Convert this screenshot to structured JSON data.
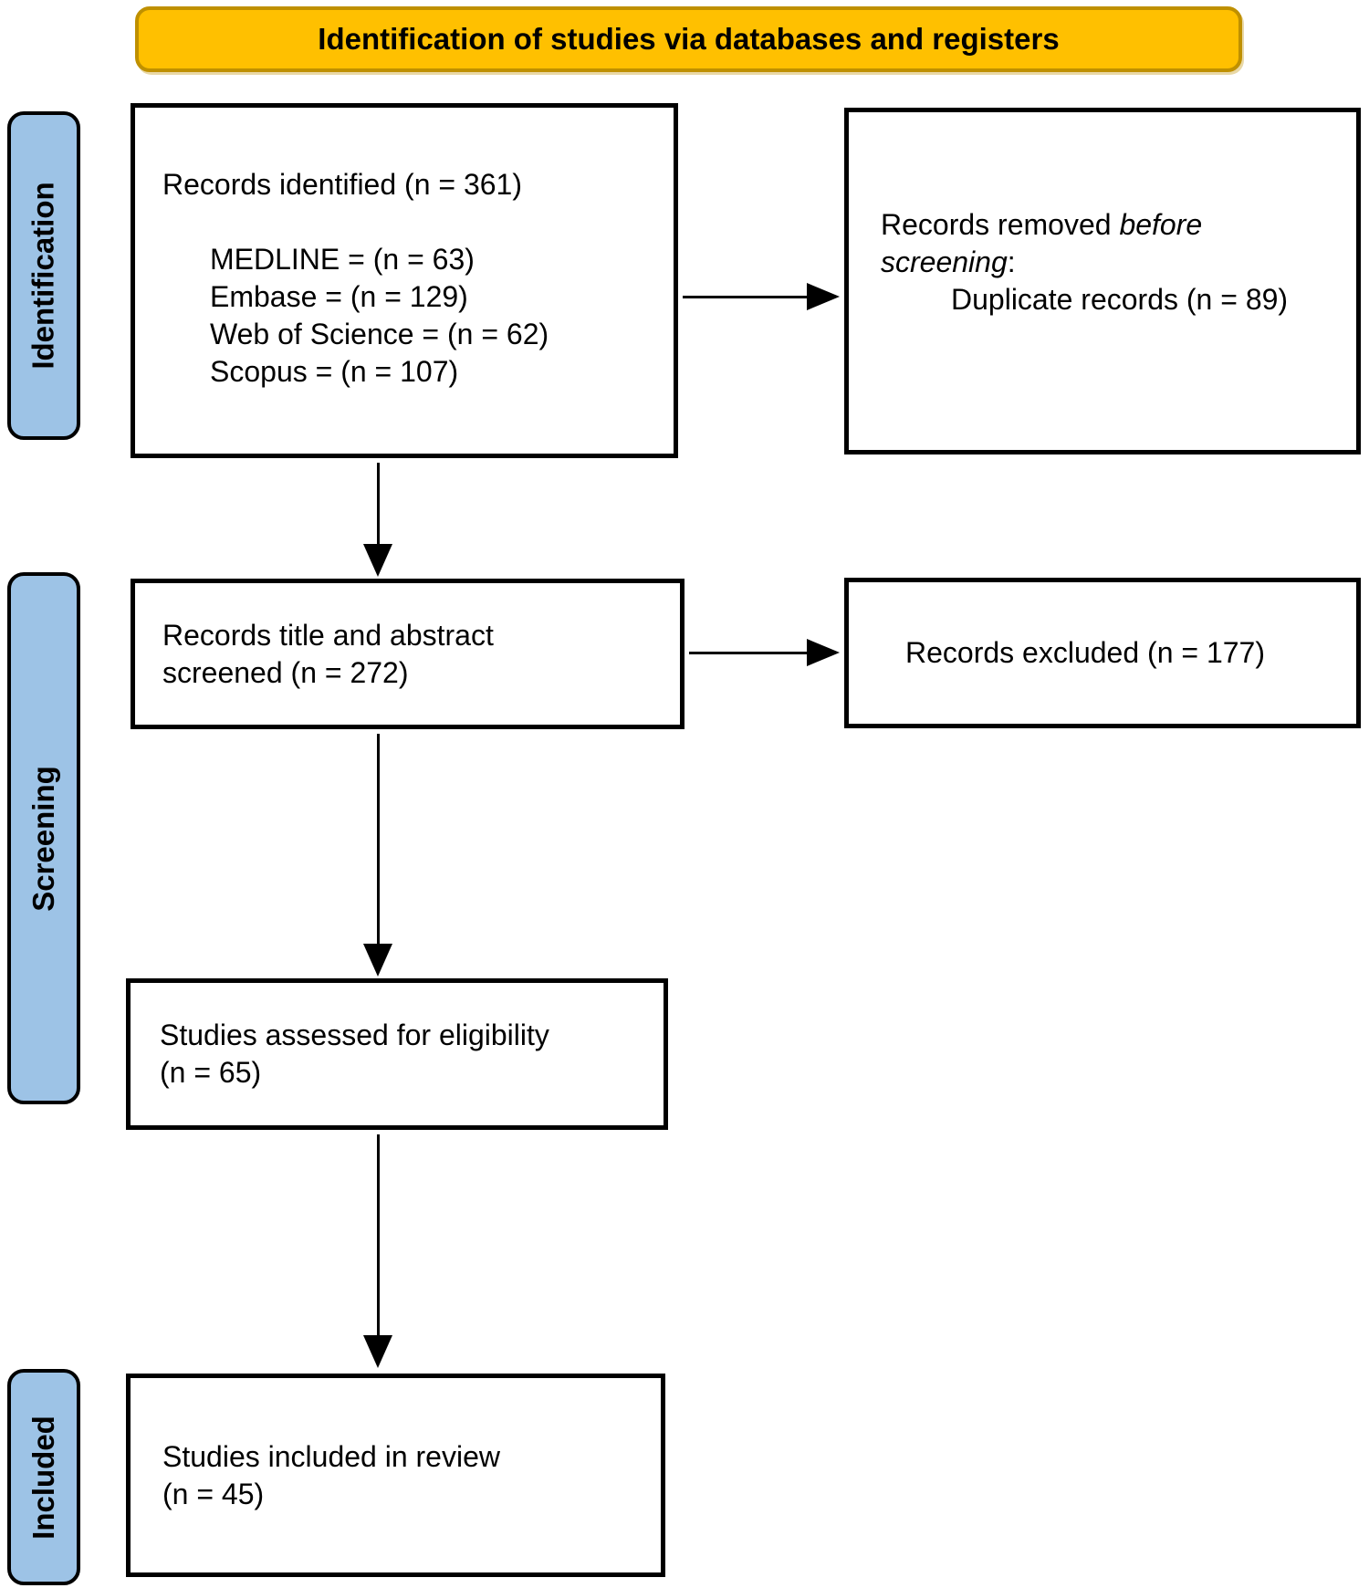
{
  "header": {
    "title": "Identification of studies via databases and registers"
  },
  "sidebar": {
    "identification": "Identification",
    "screening": "Screening",
    "included": "Included"
  },
  "boxes": {
    "records_identified": {
      "line1": "Records identified (n = 361)",
      "sources": [
        "MEDLINE = (n = 63)",
        "Embase = (n = 129)",
        "Web of Science = (n = 62)",
        "Scopus = (n = 107)"
      ]
    },
    "records_removed": {
      "l1_normal": "Records removed ",
      "l1_italic": "before",
      "l2_italic": "screening",
      "l2_colon": ":",
      "detail": "Duplicate records (n = 89)"
    },
    "records_screened": {
      "line1": "Records title and abstract",
      "line2": "screened (n = 272)"
    },
    "records_excluded": {
      "text": "Records excluded (n = 177)"
    },
    "studies_assessed": {
      "line1": "Studies assessed for eligibility",
      "line2": "(n = 65)"
    },
    "studies_included": {
      "line1": "Studies included in review",
      "line2": "(n = 45)"
    }
  },
  "colors": {
    "header_fill": "#FFC000",
    "header_border": "#BF9000",
    "stage_fill": "#9DC3E6",
    "box_border": "#000000",
    "arrow": "#000000"
  }
}
